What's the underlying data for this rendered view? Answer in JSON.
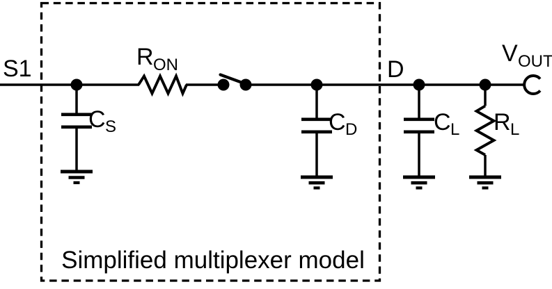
{
  "colors": {
    "ink": "#000000",
    "background": "#ffffff"
  },
  "caption": "Simplified multiplexer model",
  "net_labels": {
    "source": "S1",
    "drain": "D",
    "output_main": "V",
    "output_sub": "OUT"
  },
  "components": {
    "ron": {
      "main": "R",
      "sub": "ON"
    },
    "cs": {
      "main": "C",
      "sub": "S"
    },
    "cd": {
      "main": "C",
      "sub": "D"
    },
    "cl": {
      "main": "C",
      "sub": "L"
    },
    "rl": {
      "main": "R",
      "sub": "L"
    }
  }
}
